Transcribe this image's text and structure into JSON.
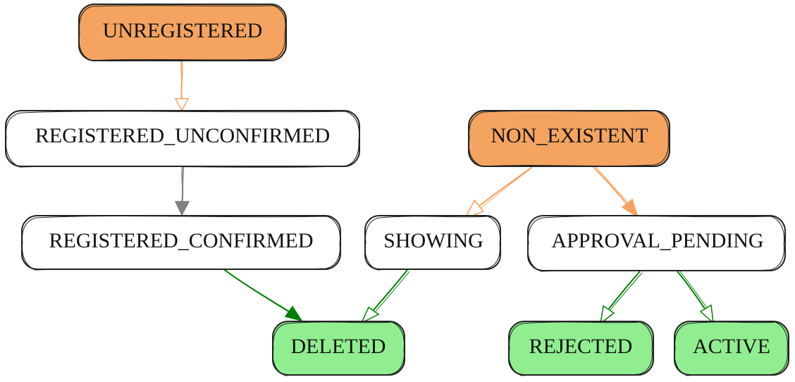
{
  "nodes": {
    "unregistered": {
      "label": "UNREGISTERED",
      "fill": "#F4A460"
    },
    "registered_unconfirmed": {
      "label": "REGISTERED_UNCONFIRMED",
      "fill": "#ffffff"
    },
    "registered_confirmed": {
      "label": "REGISTERED_CONFIRMED",
      "fill": "#ffffff"
    },
    "non_existent": {
      "label": "NON_EXISTENT",
      "fill": "#F4A460"
    },
    "showing": {
      "label": "SHOWING",
      "fill": "#ffffff"
    },
    "approval_pending": {
      "label": "APPROVAL_PENDING",
      "fill": "#ffffff"
    },
    "deleted": {
      "label": "DELETED",
      "fill": "#90EE90"
    },
    "rejected": {
      "label": "REJECTED",
      "fill": "#90EE90"
    },
    "active": {
      "label": "ACTIVE",
      "fill": "#90EE90"
    }
  },
  "edges": [
    {
      "from": "unregistered",
      "to": "registered_unconfirmed",
      "color": "#F4A460"
    },
    {
      "from": "registered_unconfirmed",
      "to": "registered_confirmed",
      "color": "#808080"
    },
    {
      "from": "non_existent",
      "to": "showing",
      "color": "#F4A460"
    },
    {
      "from": "non_existent",
      "to": "approval_pending",
      "color": "#F4A460"
    },
    {
      "from": "registered_confirmed",
      "to": "deleted",
      "color": "#008000"
    },
    {
      "from": "showing",
      "to": "deleted",
      "color": "#008000"
    },
    {
      "from": "approval_pending",
      "to": "rejected",
      "color": "#008000"
    },
    {
      "from": "approval_pending",
      "to": "active",
      "color": "#008000"
    }
  ],
  "colors": {
    "outline": "#222222",
    "source_state": "#F4A460",
    "terminal_state": "#90EE90",
    "intermediate_state": "#ffffff"
  }
}
